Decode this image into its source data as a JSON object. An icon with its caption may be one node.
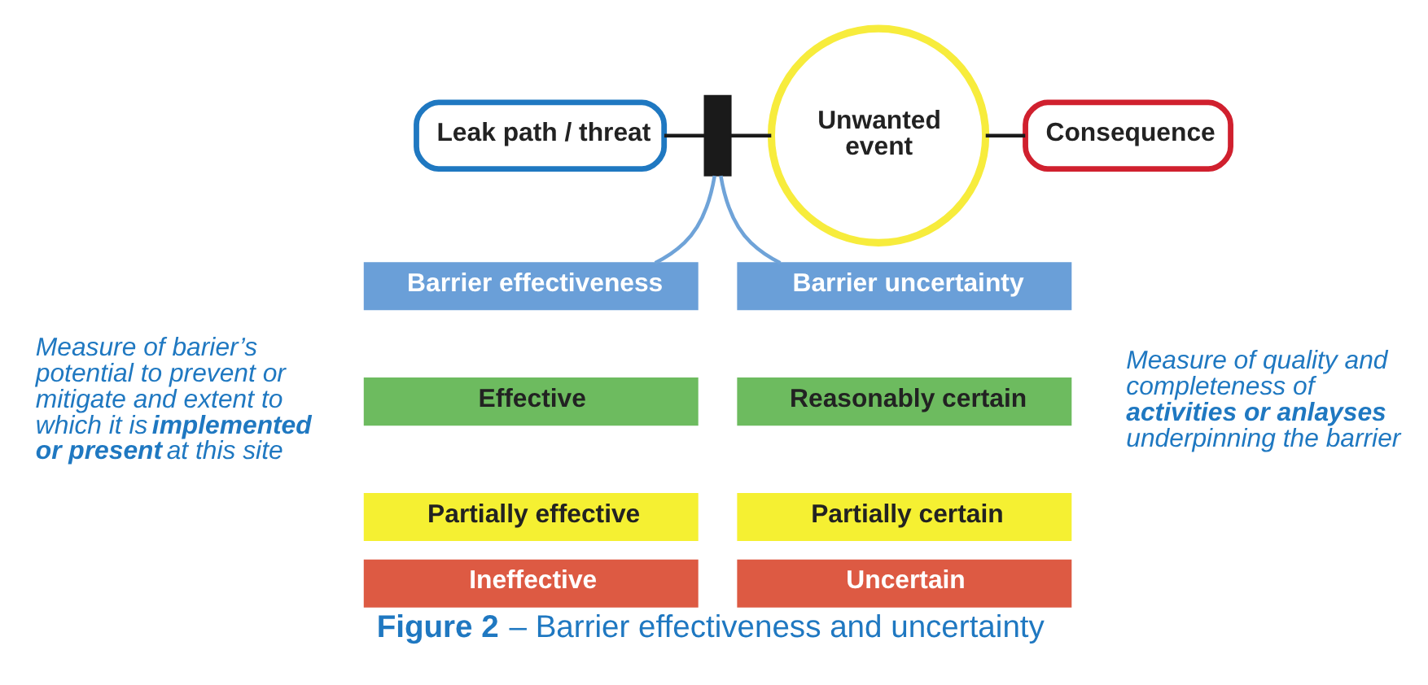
{
  "diagram": {
    "caption": "**Figure 2** – Barrier effectiveness and uncertainty",
    "nodes": [
      {
        "text": [
          "Leak path / threat"
        ]
      },
      {
        "text": [],
        "shape": "bar"
      },
      {
        "text": [
          "Unwanted event"
        ]
      },
      {
        "text": [
          "Consequence"
        ]
      },
      {
        "text": [
          "Barrier effectiveness"
        ]
      },
      {
        "text": [
          "Effective"
        ]
      },
      {
        "text": [
          "Partially effective"
        ]
      },
      {
        "text": [
          "Ineffective"
        ]
      },
      {
        "text": [
          "Barrier uncertainty"
        ]
      },
      {
        "text": [
          "Reasonably certain"
        ]
      },
      {
        "text": [
          "Partially certain"
        ]
      },
      {
        "text": [
          "Uncertain"
        ]
      }
    ],
    "edges": [
      {
        "from": 0,
        "to": 1,
        "arrow": "none"
      },
      {
        "from": 1,
        "to": 2,
        "arrow": "none"
      },
      {
        "from": 2,
        "to": 3,
        "arrow": "none"
      },
      {
        "from": 1,
        "to": 4,
        "arrow": "none",
        "color": "#6fa3d8"
      },
      {
        "from": 1,
        "to": 8,
        "arrow": "none",
        "color": "#6fa3d8"
      }
    ],
    "labels": [
      "Measure of barier’s potential to prevent or mitigate and extent to which it is **implemented or present** at this site",
      "Measure of quality and completeness of **activities or anlayses** underpinning the barrier"
    ]
  }
}
